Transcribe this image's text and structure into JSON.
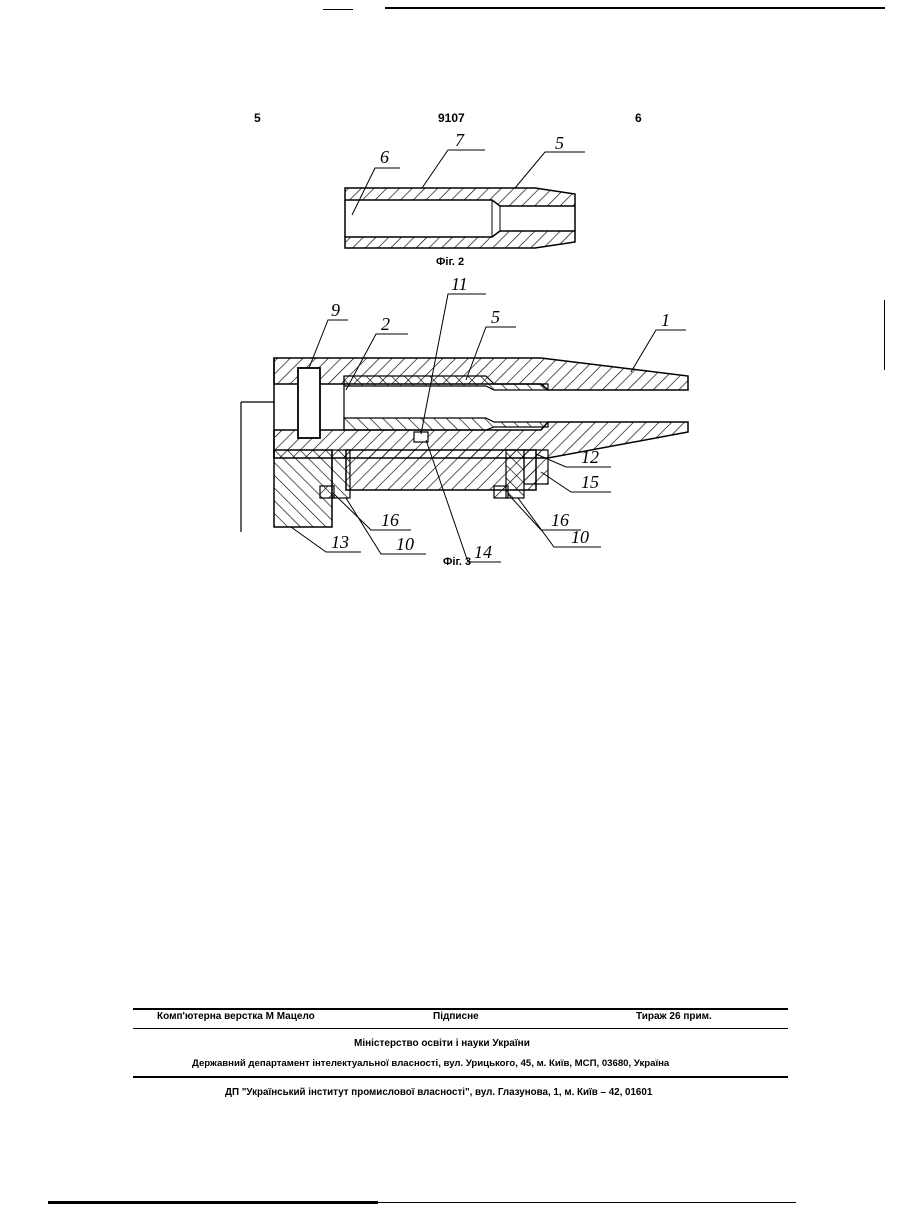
{
  "header": {
    "page_left": "5",
    "patent_number": "9107",
    "page_right": "6"
  },
  "figures": {
    "fig2": {
      "caption": "Фіг. 2",
      "labels": [
        "6",
        "7",
        "5"
      ]
    },
    "fig3": {
      "caption": "Фіг. 3",
      "labels": [
        "9",
        "2",
        "11",
        "5",
        "1",
        "12",
        "15",
        "16",
        "10",
        "13",
        "14"
      ]
    }
  },
  "imprint": {
    "layout_credit": "Комп'ютерна верстка М  Мацело",
    "subscription": "Підписне",
    "print_run": "Тираж 26 прим.",
    "ministry": "Міністерство освіти і науки України",
    "department": "Державний департамент інтелектуальної власності, вул. Урицького, 45, м. Київ, МСП, 03680, Україна",
    "institute": "ДП \"Український інститут промислової власності\", вул. Глазунова, 1, м. Київ – 42, 01601"
  }
}
